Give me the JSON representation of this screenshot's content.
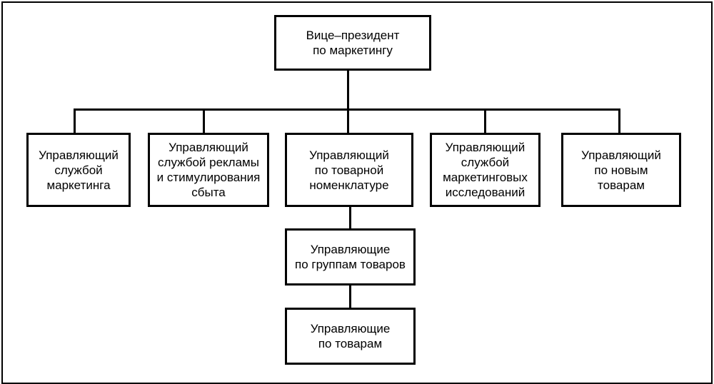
{
  "diagram": {
    "root": {
      "label": "Вице–президент\nпо маркетингу"
    },
    "managers": [
      {
        "label": "Управляющий\nслужбой\nмаркетинга"
      },
      {
        "label": "Управляющий\nслужбой рекламы\nи стимулирования\nсбыта"
      },
      {
        "label": "Управляющий\nпо товарной\nноменклатуре"
      },
      {
        "label": "Управляющий\nслужбой\nмаркетинговых\nисследований"
      },
      {
        "label": "Управляющий\nпо новым\nтоварам"
      }
    ],
    "product_group_managers": {
      "label": "Управляющие\nпо группам товаров"
    },
    "product_managers": {
      "label": "Управляющие\nпо товарам"
    }
  }
}
